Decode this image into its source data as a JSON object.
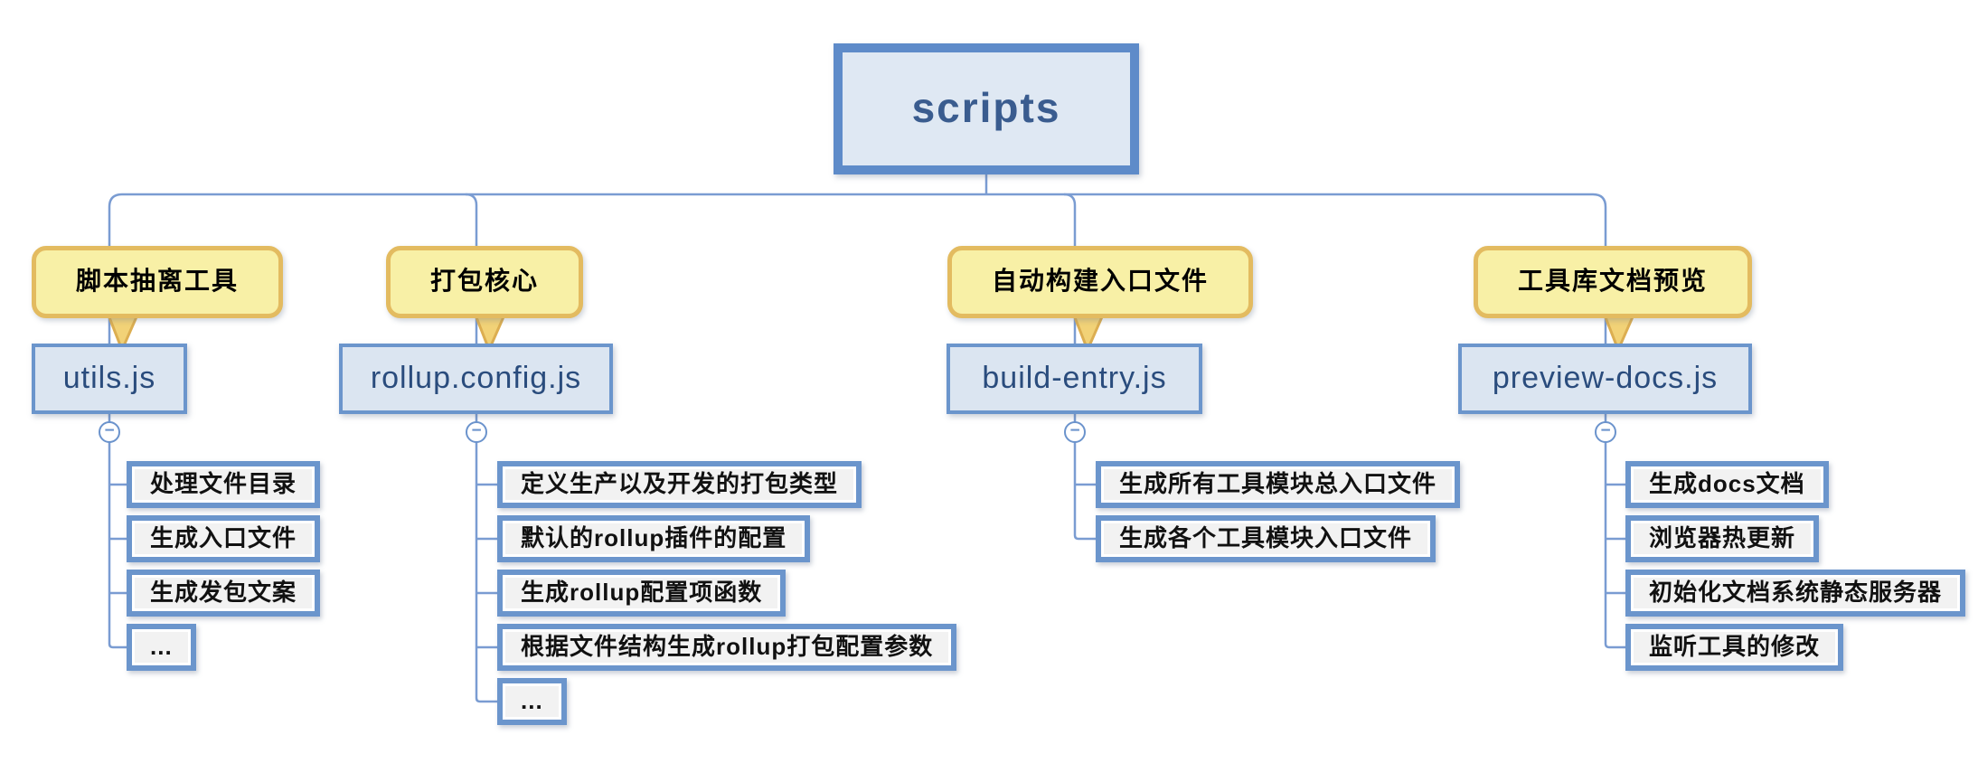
{
  "diagram": {
    "root_label": "scripts",
    "collapse_glyph": "−",
    "branches": [
      {
        "tag": "脚本抽离工具",
        "file": "utils.js",
        "children": [
          "处理文件目录",
          "生成入口文件",
          "生成发包文案",
          "..."
        ]
      },
      {
        "tag": "打包核心",
        "file": "rollup.config.js",
        "children": [
          "定义生产以及开发的打包类型",
          "默认的rollup插件的配置",
          "生成rollup配置项函数",
          "根据文件结构生成rollup打包配置参数",
          "..."
        ]
      },
      {
        "tag": "自动构建入口文件",
        "file": "build-entry.js",
        "children": [
          "生成所有工具模块总入口文件",
          "生成各个工具模块入口文件"
        ]
      },
      {
        "tag": "工具库文档预览",
        "file": "preview-docs.js",
        "children": [
          "生成docs文档",
          "浏览器热更新",
          "初始化文档系统静态服务器",
          "监听工具的修改"
        ]
      }
    ],
    "colors": {
      "node_border": "#5e8bc9",
      "node_fill": "#dfe8f3",
      "node_text": "#2a4c7d",
      "child_border": "#6b95cc",
      "child_fill": "#f2f2f2",
      "child_text": "#111111",
      "tag_border": "#e3bb60",
      "tag_fill": "#f8f0a6",
      "tag_text": "#000000",
      "connector_line": "#7a9cd2"
    }
  }
}
